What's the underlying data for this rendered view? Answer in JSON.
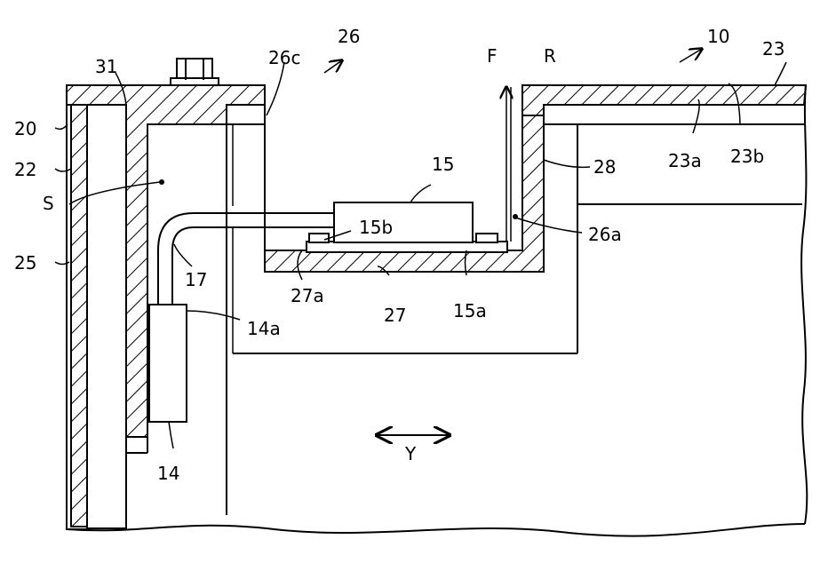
{
  "labels": {
    "l10": "10",
    "l20": "20",
    "l22": "22",
    "l23": "23",
    "l23a": "23a",
    "l23b": "23b",
    "l25": "25",
    "l26": "26",
    "l26a": "26a",
    "l26c": "26c",
    "l27": "27",
    "l27a": "27a",
    "l28": "28",
    "l31": "31",
    "l14": "14",
    "l14a": "14a",
    "l15": "15",
    "l15a": "15a",
    "l15b": "15b",
    "l17": "17",
    "lS": "S",
    "lF": "F",
    "lR": "R",
    "lY": "Y"
  }
}
